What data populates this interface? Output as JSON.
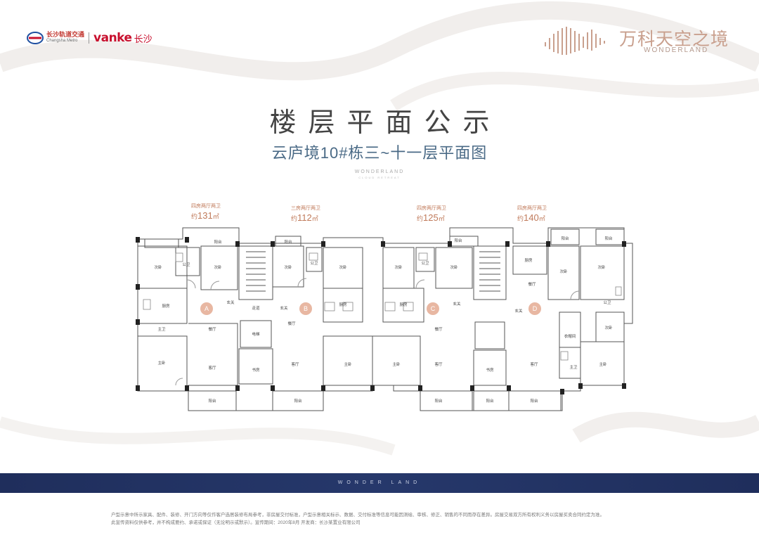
{
  "header": {
    "metro_cn": "长沙轨道交通",
    "metro_en": "Changsha Metro",
    "brand": "vanke",
    "city": "长沙",
    "project_cn": "万科天空之境",
    "project_en": "WONDERLAND"
  },
  "title": "楼层平面公示",
  "subtitle": "云庐境10#栋三~十一层平面图",
  "watermark": {
    "line1": "WONDERLAND",
    "line2": "CLOUD RETREAT"
  },
  "units": [
    {
      "letter": "A",
      "type": "四房两厅两卫",
      "area_prefix": "约",
      "area_value": "131",
      "area_unit": "㎡"
    },
    {
      "letter": "B",
      "type": "三房两厅两卫",
      "area_prefix": "约",
      "area_value": "112",
      "area_unit": "㎡"
    },
    {
      "letter": "C",
      "type": "四房两厅两卫",
      "area_prefix": "约",
      "area_value": "125",
      "area_unit": "㎡"
    },
    {
      "letter": "D",
      "type": "四房两厅两卫",
      "area_prefix": "约",
      "area_value": "140",
      "area_unit": "㎡"
    }
  ],
  "room_labels": [
    {
      "id": "a-balcony-top",
      "text": "阳台"
    },
    {
      "id": "a-bedroom-left",
      "text": "次卧"
    },
    {
      "id": "a-bedroom-2",
      "text": "次卧"
    },
    {
      "id": "a-kitchen",
      "text": "厨房"
    },
    {
      "id": "a-bath",
      "text": "主卫"
    },
    {
      "id": "a-bath-2",
      "text": "公卫"
    },
    {
      "id": "a-master",
      "text": "主卧"
    },
    {
      "id": "a-dining",
      "text": "餐厅"
    },
    {
      "id": "a-living",
      "text": "客厅"
    },
    {
      "id": "a-foyer",
      "text": "玄关"
    },
    {
      "id": "a-balcony-bottom",
      "text": "阳台"
    },
    {
      "id": "core-corridor-1",
      "text": "走道"
    },
    {
      "id": "core-elevator-1",
      "text": "电梯"
    },
    {
      "id": "core-study",
      "text": "书房"
    },
    {
      "id": "b-balcony-top",
      "text": "阳台"
    },
    {
      "id": "b-bedroom",
      "text": "次卧"
    },
    {
      "id": "b-bedroom-2",
      "text": "次卧"
    },
    {
      "id": "b-bath",
      "text": "公卫"
    },
    {
      "id": "b-foyer",
      "text": "玄关"
    },
    {
      "id": "b-dining",
      "text": "餐厅"
    },
    {
      "id": "b-kitchen",
      "text": "厨房"
    },
    {
      "id": "b-living",
      "text": "客厅"
    },
    {
      "id": "b-master",
      "text": "主卧"
    },
    {
      "id": "b-balcony-bottom",
      "text": "阳台"
    },
    {
      "id": "c-bedroom",
      "text": "次卧"
    },
    {
      "id": "c-bath",
      "text": "公卫"
    },
    {
      "id": "c-kitchen",
      "text": "厨房"
    },
    {
      "id": "c-master",
      "text": "主卧"
    },
    {
      "id": "c-balcony-top",
      "text": "阳台"
    },
    {
      "id": "c-bedroom-2",
      "text": "次卧"
    },
    {
      "id": "c-foyer",
      "text": "玄关"
    },
    {
      "id": "c-dining",
      "text": "餐厅"
    },
    {
      "id": "c-living",
      "text": "客厅"
    },
    {
      "id": "c-balcony-bottom",
      "text": "阳台"
    },
    {
      "id": "core-study-2",
      "text": "书房"
    },
    {
      "id": "core-balcony-2",
      "text": "阳台"
    },
    {
      "id": "d-balcony-top",
      "text": "阳台"
    },
    {
      "id": "d-balcony-top-2",
      "text": "阳台"
    },
    {
      "id": "d-dining-kitchen",
      "text": "厨房"
    },
    {
      "id": "d-bedroom",
      "text": "次卧"
    },
    {
      "id": "d-bedroom-2",
      "text": "次卧"
    },
    {
      "id": "d-dining",
      "text": "餐厅"
    },
    {
      "id": "d-foyer",
      "text": "玄关"
    },
    {
      "id": "d-bath",
      "text": "公卫"
    },
    {
      "id": "d-bedroom-3",
      "text": "次卧"
    },
    {
      "id": "d-cloak",
      "text": "衣帽间"
    },
    {
      "id": "d-bath-2",
      "text": "主卫"
    },
    {
      "id": "d-living",
      "text": "客厅"
    },
    {
      "id": "d-master",
      "text": "主卧"
    },
    {
      "id": "d-balcony-bottom",
      "text": "阳台"
    }
  ],
  "band_text": "WONDER LAND",
  "disclaimer": [
    "户型示意中所示家具、配件、装修、开门方向等仅作客户选居装修布局参考，非房屋交付标准，户型示意相关标示、数据、交付标准等信息可能因测绘、审核、修正、销售的不同而存在差异。房屋交易双方所有权利义务以房屋买卖合同约定为准。",
    "此宣传资料仅供参考，并不构成要约、承诺或保证（无论明示或默示）。宣传期间：2020年8月 开发商：长沙某置业有限公司"
  ],
  "colors": {
    "accent_copper": "#c07a5a",
    "navy_band": "#1f2e5c",
    "title_blue": "#4a6a86",
    "brand_red": "#c8102e"
  }
}
